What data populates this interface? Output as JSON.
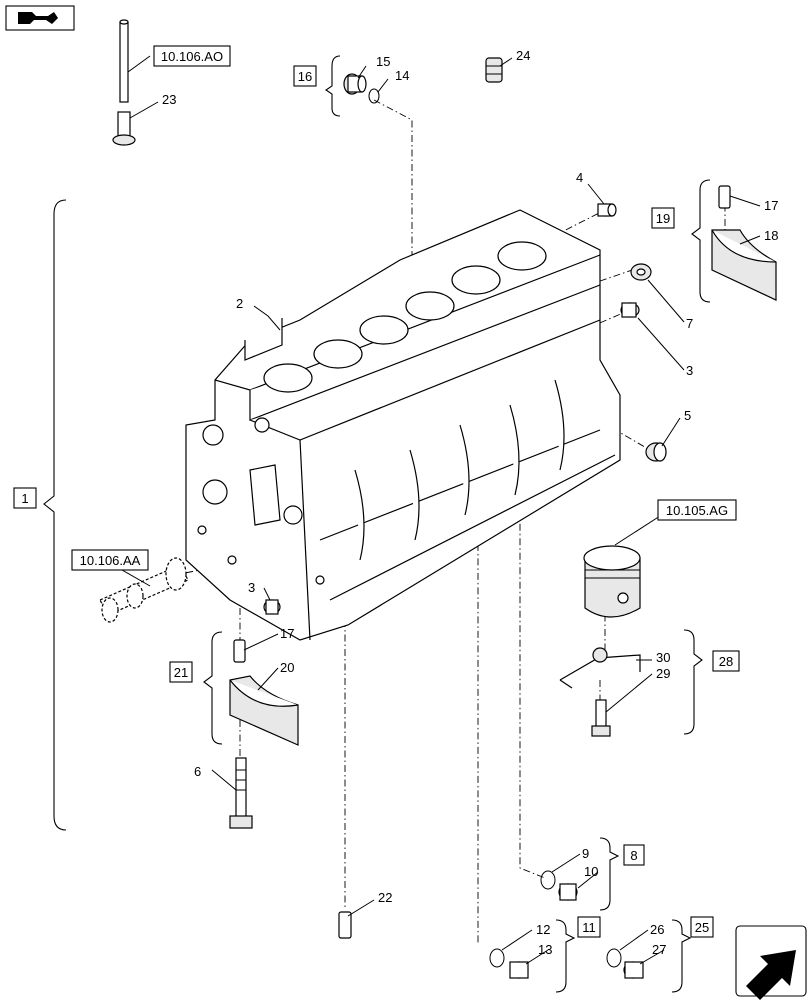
{
  "callouts": [
    {
      "id": "c15",
      "text": "15"
    },
    {
      "id": "c14",
      "text": "14"
    },
    {
      "id": "c24",
      "text": "24"
    },
    {
      "id": "c23",
      "text": "23"
    },
    {
      "id": "c4",
      "text": "4"
    },
    {
      "id": "c2",
      "text": "2"
    },
    {
      "id": "c17a",
      "text": "17"
    },
    {
      "id": "c18",
      "text": "18"
    },
    {
      "id": "c7",
      "text": "7"
    },
    {
      "id": "c3a",
      "text": "3"
    },
    {
      "id": "c5",
      "text": "5"
    },
    {
      "id": "c3b",
      "text": "3"
    },
    {
      "id": "c17b",
      "text": "17"
    },
    {
      "id": "c20",
      "text": "20"
    },
    {
      "id": "c6",
      "text": "6"
    },
    {
      "id": "c30",
      "text": "30"
    },
    {
      "id": "c29",
      "text": "29"
    },
    {
      "id": "c9",
      "text": "9"
    },
    {
      "id": "c10",
      "text": "10"
    },
    {
      "id": "c22",
      "text": "22"
    },
    {
      "id": "c12",
      "text": "12"
    },
    {
      "id": "c13",
      "text": "13"
    },
    {
      "id": "c26",
      "text": "26"
    },
    {
      "id": "c27",
      "text": "27"
    }
  ],
  "group_boxes": [
    {
      "id": "g16",
      "text": "16"
    },
    {
      "id": "g19",
      "text": "19"
    },
    {
      "id": "g1",
      "text": "1"
    },
    {
      "id": "g21",
      "text": "21"
    },
    {
      "id": "g28",
      "text": "28"
    },
    {
      "id": "g8",
      "text": "8"
    },
    {
      "id": "g11",
      "text": "11"
    },
    {
      "id": "g25",
      "text": "25"
    }
  ],
  "references": [
    {
      "id": "r1",
      "text": "10.106.AO"
    },
    {
      "id": "r2",
      "text": "10.105.AG"
    },
    {
      "id": "r3",
      "text": "10.106.AA"
    }
  ],
  "nav": {
    "top_icon": "back-arrow-icon",
    "bottom_icon": "next-page-arrow-icon"
  }
}
